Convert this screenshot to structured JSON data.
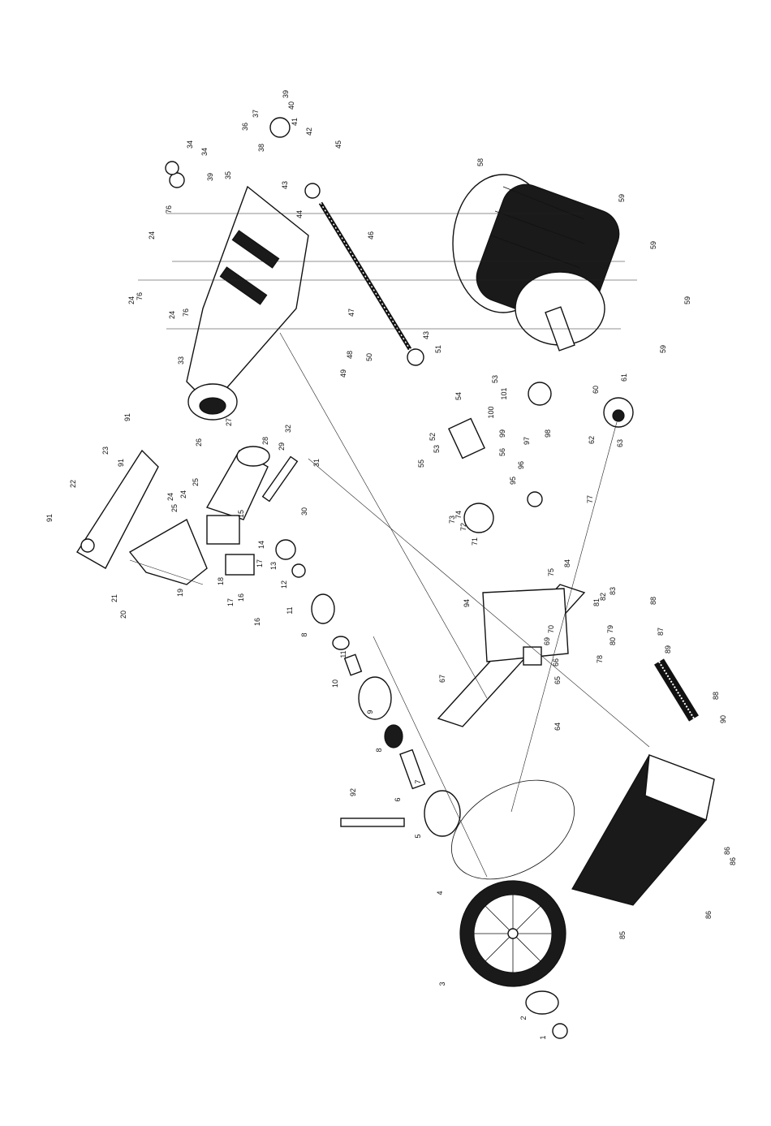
{
  "diagram": {
    "colors": {
      "ink": "#111111",
      "paper": "#ffffff",
      "fill_dark": "#1a1a1a"
    },
    "callouts": [
      {
        "id": "c1",
        "text": "1"
      },
      {
        "id": "c2",
        "text": "2"
      },
      {
        "id": "c3",
        "text": "3"
      },
      {
        "id": "c4",
        "text": "4"
      },
      {
        "id": "c5",
        "text": "5"
      },
      {
        "id": "c6",
        "text": "6"
      },
      {
        "id": "c7",
        "text": "7"
      },
      {
        "id": "c8a",
        "text": "8"
      },
      {
        "id": "c8b",
        "text": "8"
      },
      {
        "id": "c9",
        "text": "9"
      },
      {
        "id": "c10",
        "text": "10"
      },
      {
        "id": "c11a",
        "text": "11"
      },
      {
        "id": "c11b",
        "text": "11"
      },
      {
        "id": "c12",
        "text": "12"
      },
      {
        "id": "c13",
        "text": "13"
      },
      {
        "id": "c14",
        "text": "14"
      },
      {
        "id": "c15",
        "text": "15"
      },
      {
        "id": "c16a",
        "text": "16"
      },
      {
        "id": "c16b",
        "text": "16"
      },
      {
        "id": "c17a",
        "text": "17"
      },
      {
        "id": "c17b",
        "text": "17"
      },
      {
        "id": "c18",
        "text": "18"
      },
      {
        "id": "c19",
        "text": "19"
      },
      {
        "id": "c20",
        "text": "20"
      },
      {
        "id": "c21",
        "text": "21"
      },
      {
        "id": "c22",
        "text": "22"
      },
      {
        "id": "c23",
        "text": "23"
      },
      {
        "id": "c24a",
        "text": "24"
      },
      {
        "id": "c24b",
        "text": "24"
      },
      {
        "id": "c24c",
        "text": "24"
      },
      {
        "id": "c24d",
        "text": "24"
      },
      {
        "id": "c24e",
        "text": "24"
      },
      {
        "id": "c25a",
        "text": "25"
      },
      {
        "id": "c25b",
        "text": "25"
      },
      {
        "id": "c26",
        "text": "26"
      },
      {
        "id": "c27",
        "text": "27"
      },
      {
        "id": "c28",
        "text": "28"
      },
      {
        "id": "c29",
        "text": "29"
      },
      {
        "id": "c30",
        "text": "30"
      },
      {
        "id": "c31",
        "text": "31"
      },
      {
        "id": "c32",
        "text": "32"
      },
      {
        "id": "c33",
        "text": "33"
      },
      {
        "id": "c34a",
        "text": "34"
      },
      {
        "id": "c34b",
        "text": "34"
      },
      {
        "id": "c35",
        "text": "35"
      },
      {
        "id": "c36",
        "text": "36"
      },
      {
        "id": "c37",
        "text": "37"
      },
      {
        "id": "c38",
        "text": "38"
      },
      {
        "id": "c39a",
        "text": "39"
      },
      {
        "id": "c39b",
        "text": "39"
      },
      {
        "id": "c40",
        "text": "40"
      },
      {
        "id": "c41",
        "text": "41"
      },
      {
        "id": "c42",
        "text": "42"
      },
      {
        "id": "c43a",
        "text": "43"
      },
      {
        "id": "c43b",
        "text": "43"
      },
      {
        "id": "c44",
        "text": "44"
      },
      {
        "id": "c45",
        "text": "45"
      },
      {
        "id": "c46",
        "text": "46"
      },
      {
        "id": "c47",
        "text": "47"
      },
      {
        "id": "c48",
        "text": "48"
      },
      {
        "id": "c49",
        "text": "49"
      },
      {
        "id": "c50",
        "text": "50"
      },
      {
        "id": "c51",
        "text": "51"
      },
      {
        "id": "c52",
        "text": "52"
      },
      {
        "id": "c53a",
        "text": "53"
      },
      {
        "id": "c53b",
        "text": "53"
      },
      {
        "id": "c54",
        "text": "54"
      },
      {
        "id": "c55",
        "text": "55"
      },
      {
        "id": "c56",
        "text": "56"
      },
      {
        "id": "c58",
        "text": "58"
      },
      {
        "id": "c59a",
        "text": "59"
      },
      {
        "id": "c59b",
        "text": "59"
      },
      {
        "id": "c59c",
        "text": "59"
      },
      {
        "id": "c59d",
        "text": "59"
      },
      {
        "id": "c60",
        "text": "60"
      },
      {
        "id": "c61",
        "text": "61"
      },
      {
        "id": "c62",
        "text": "62"
      },
      {
        "id": "c63",
        "text": "63"
      },
      {
        "id": "c64",
        "text": "64"
      },
      {
        "id": "c65",
        "text": "65"
      },
      {
        "id": "c66",
        "text": "66"
      },
      {
        "id": "c67",
        "text": "67"
      },
      {
        "id": "c69",
        "text": "69"
      },
      {
        "id": "c70",
        "text": "70"
      },
      {
        "id": "c71",
        "text": "71"
      },
      {
        "id": "c72",
        "text": "72"
      },
      {
        "id": "c73",
        "text": "73"
      },
      {
        "id": "c74",
        "text": "74"
      },
      {
        "id": "c75",
        "text": "75"
      },
      {
        "id": "c76a",
        "text": "76"
      },
      {
        "id": "c76b",
        "text": "76"
      },
      {
        "id": "c76c",
        "text": "76"
      },
      {
        "id": "c77",
        "text": "77"
      },
      {
        "id": "c78",
        "text": "78"
      },
      {
        "id": "c79",
        "text": "79"
      },
      {
        "id": "c80",
        "text": "80"
      },
      {
        "id": "c81",
        "text": "81"
      },
      {
        "id": "c82",
        "text": "82"
      },
      {
        "id": "c83",
        "text": "83"
      },
      {
        "id": "c84",
        "text": "84"
      },
      {
        "id": "c85",
        "text": "85"
      },
      {
        "id": "c86a",
        "text": "86"
      },
      {
        "id": "c86b",
        "text": "86"
      },
      {
        "id": "c86c",
        "text": "86"
      },
      {
        "id": "c87",
        "text": "87"
      },
      {
        "id": "c88a",
        "text": "88"
      },
      {
        "id": "c88b",
        "text": "88"
      },
      {
        "id": "c89",
        "text": "89"
      },
      {
        "id": "c90",
        "text": "90"
      },
      {
        "id": "c91a",
        "text": "91"
      },
      {
        "id": "c91b",
        "text": "91"
      },
      {
        "id": "c91c",
        "text": "91"
      },
      {
        "id": "c92",
        "text": "92"
      },
      {
        "id": "c94",
        "text": "94"
      },
      {
        "id": "c95",
        "text": "95"
      },
      {
        "id": "c96",
        "text": "96"
      },
      {
        "id": "c97",
        "text": "97"
      },
      {
        "id": "c98",
        "text": "98"
      },
      {
        "id": "c99",
        "text": "99"
      },
      {
        "id": "c100",
        "text": "100"
      },
      {
        "id": "c101",
        "text": "101"
      }
    ]
  }
}
